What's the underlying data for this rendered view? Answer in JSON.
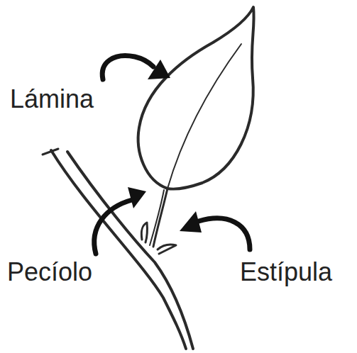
{
  "diagram": {
    "labels": [
      "Lámina",
      "Pecíolo",
      "Estípula"
    ]
  }
}
